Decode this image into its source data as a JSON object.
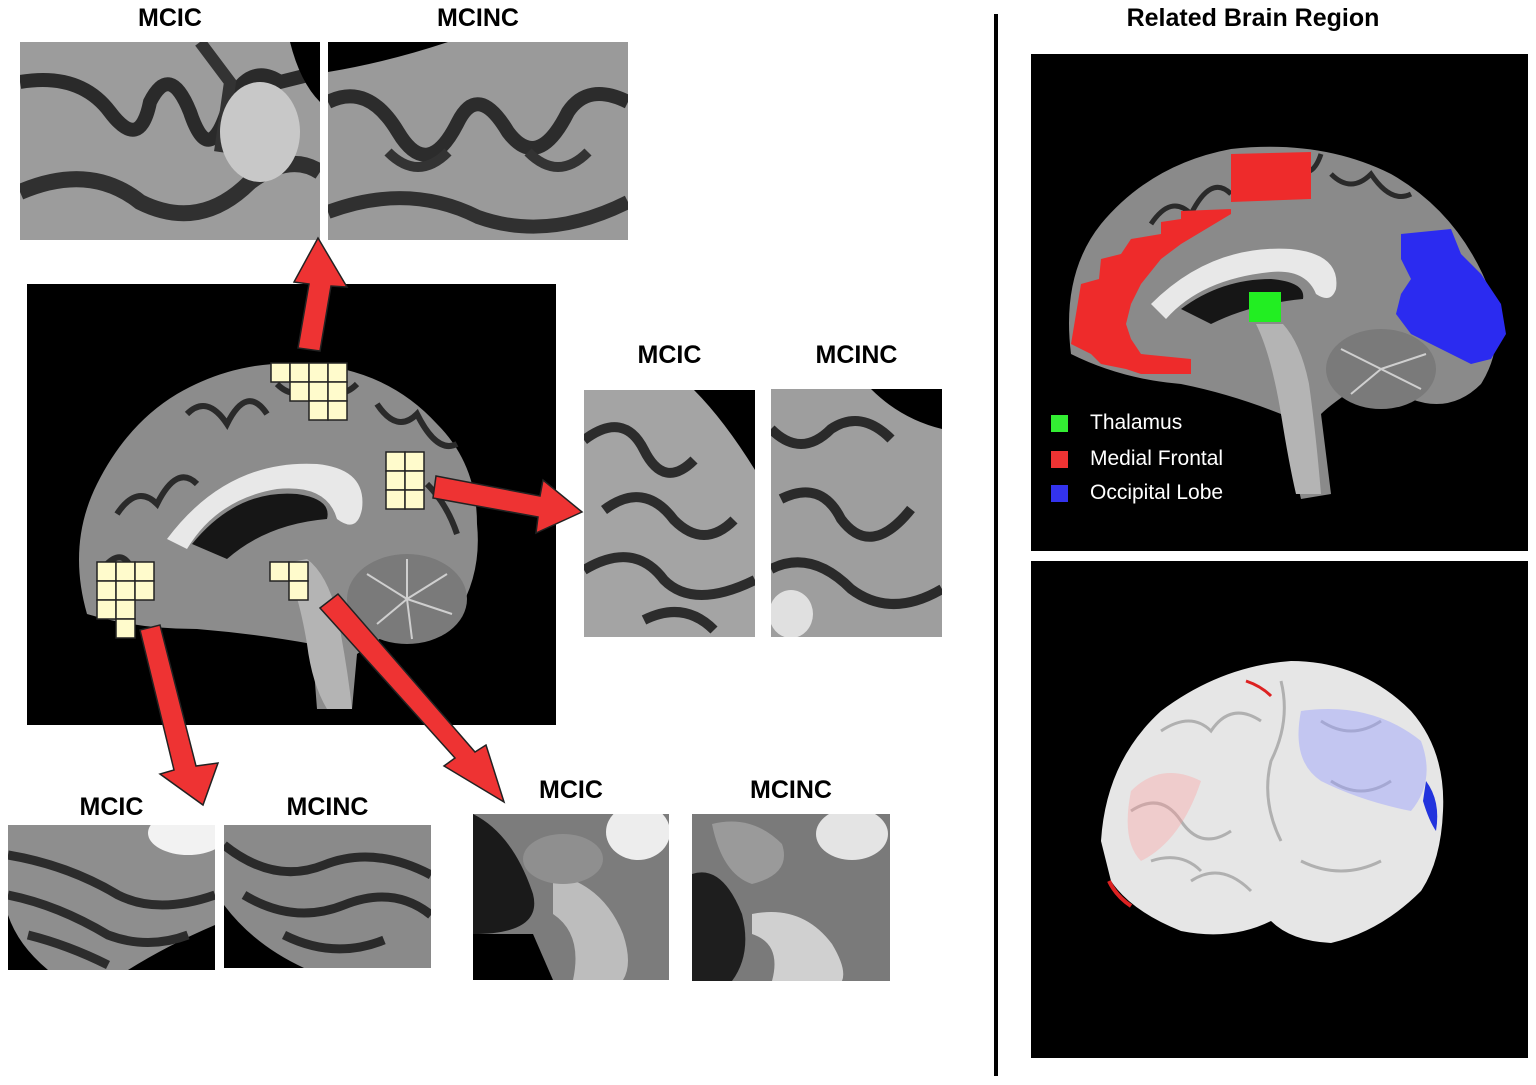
{
  "right_title": "Related Brain Region",
  "patch_labels": {
    "top": {
      "left": "MCIC",
      "right": "MCINC"
    },
    "right": {
      "left": "MCIC",
      "right": "MCINC"
    },
    "bottom_left": {
      "left": "MCIC",
      "right": "MCINC"
    },
    "bottom_mid": {
      "left": "MCIC",
      "right": "MCINC"
    }
  },
  "legend": [
    {
      "label": "Thalamus",
      "color": "#33ee33"
    },
    {
      "label": "Medial Frontal",
      "color": "#ee3333"
    },
    {
      "label": "Occipital Lobe",
      "color": "#3333ee"
    }
  ],
  "colors": {
    "arrow": "#ee3333",
    "grid_cell": "#fffbcc",
    "divider": "#000000",
    "panel_bg": "#000000"
  }
}
